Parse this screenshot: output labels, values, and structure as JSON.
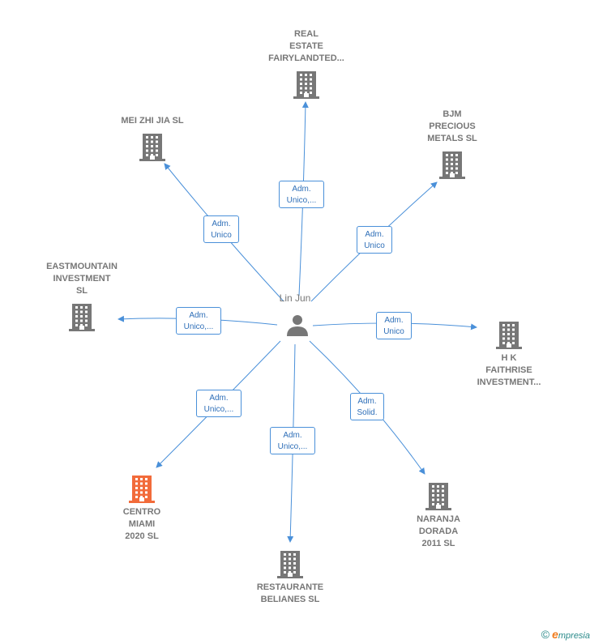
{
  "center": {
    "name": "Lin Jun",
    "icon": "person-icon"
  },
  "colors": {
    "edge": "#4a90d9",
    "building": "#777777",
    "highlight": "#f26b3a"
  },
  "nodes": [
    {
      "id": "real-estate",
      "name": "REAL\nESTATE\nFAIRYLANDTED...",
      "edge": "Adm.\nUnico,...",
      "highlight": false
    },
    {
      "id": "mei-zhi-jia",
      "name": "MEI ZHI JIA SL",
      "edge": "Adm.\nUnico",
      "highlight": false
    },
    {
      "id": "bjm",
      "name": "BJM\nPRECIOUS\nMETALS  SL",
      "edge": "Adm.\nUnico",
      "highlight": false
    },
    {
      "id": "eastmountain",
      "name": "EASTMOUNTAIN\nINVESTMENT\nSL",
      "edge": "Adm.\nUnico,...",
      "highlight": false
    },
    {
      "id": "hk-faithrise",
      "name": "H K\nFAITHRISE\nINVESTMENT...",
      "edge": "Adm.\nUnico",
      "highlight": false
    },
    {
      "id": "centro-miami",
      "name": "CENTRO\nMIAMI\n2020  SL",
      "edge": "Adm.\nUnico,...",
      "highlight": true
    },
    {
      "id": "naranja",
      "name": "NARANJA\nDORADA\n2011 SL",
      "edge": "Adm.\nSolid.",
      "highlight": false
    },
    {
      "id": "restaurante",
      "name": "RESTAURANTE\nBELIANES SL",
      "edge": "Adm.\nUnico,...",
      "highlight": false
    }
  ],
  "footer": {
    "copyright": "©",
    "brand_initial": "e",
    "brand_rest": "mpresia"
  }
}
